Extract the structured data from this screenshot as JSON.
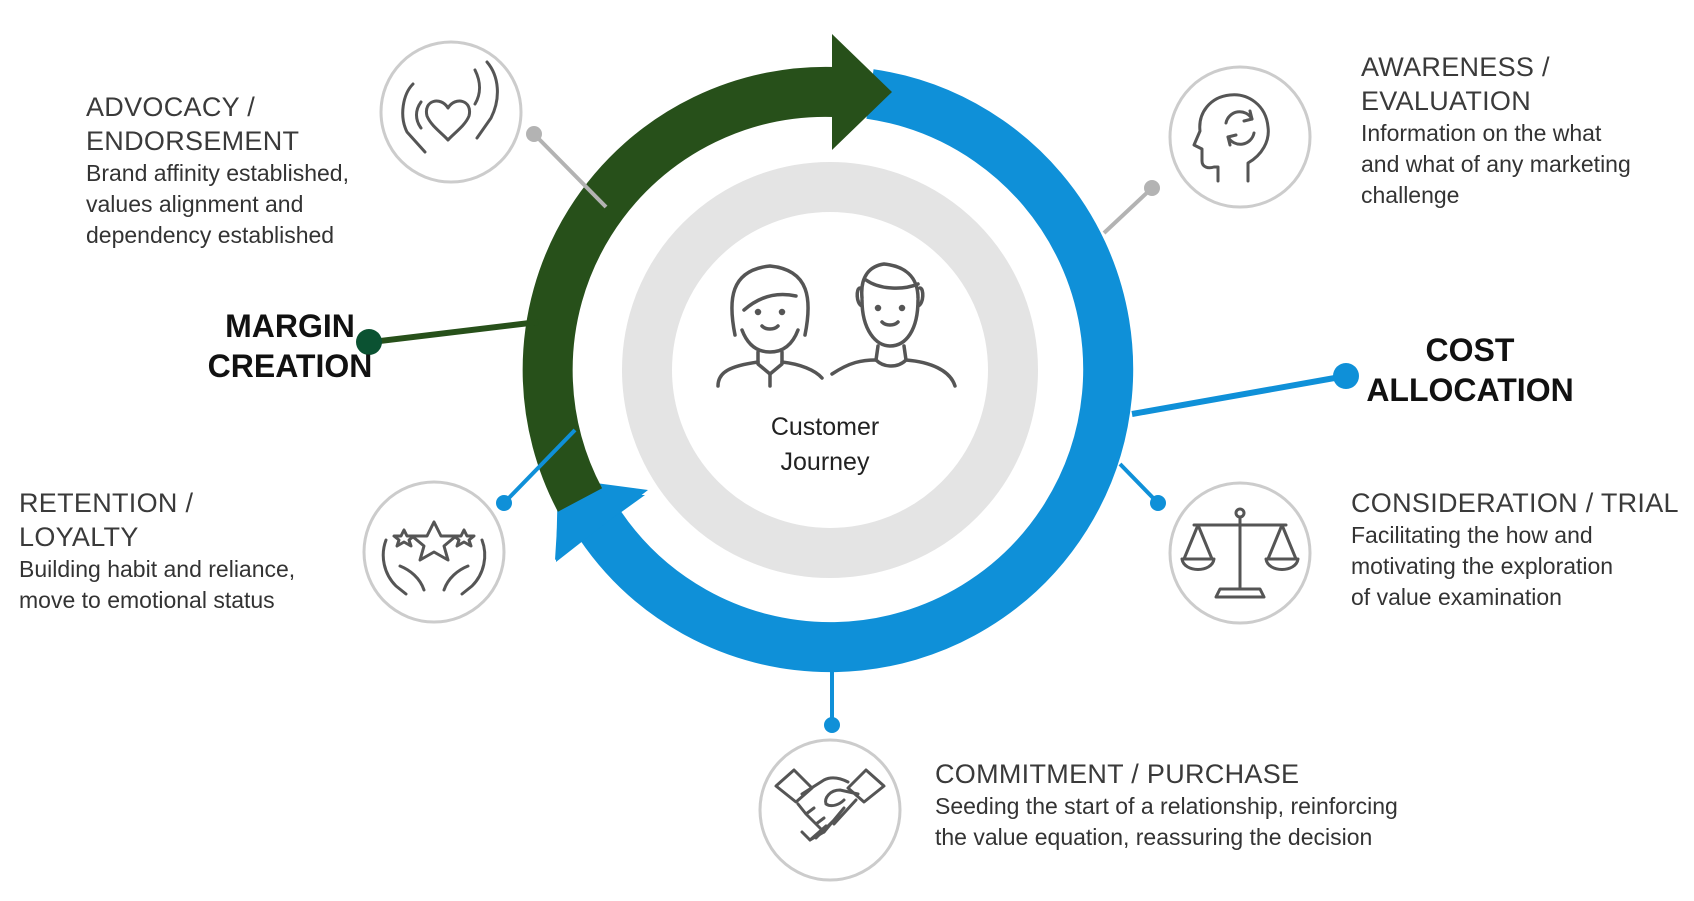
{
  "center": {
    "line1": "Customer",
    "line2": "Journey"
  },
  "sides": {
    "margin": {
      "line1": "MARGIN",
      "line2": "CREATION",
      "color": "#27501a"
    },
    "cost": {
      "line1": "COST",
      "line2": "ALLOCATION",
      "color": "#0f90d8"
    }
  },
  "stages": {
    "awareness": {
      "title1": "AWARENESS /",
      "title2": "EVALUATION",
      "desc1": "Information on the what",
      "desc2": "and what of any marketing",
      "desc3": "challenge",
      "icon": "head-cycle-icon"
    },
    "consideration": {
      "title1": "CONSIDERATION / TRIAL",
      "desc1": "Facilitating the how and",
      "desc2": "motivating the exploration",
      "desc3": "of value examination",
      "icon": "scales-icon"
    },
    "commitment": {
      "title1": "COMMITMENT / PURCHASE",
      "desc1": "Seeding the start of a relationship, reinforcing",
      "desc2": "the value equation, reassuring the decision",
      "icon": "handshake-icon"
    },
    "retention": {
      "title1": "RETENTION /",
      "title2": "LOYALTY",
      "desc1": "Building habit and reliance,",
      "desc2": "move to emotional status",
      "icon": "hands-star-icon"
    },
    "advocacy": {
      "title1": "ADVOCACY /",
      "title2": "ENDORSEMENT",
      "desc1": "Brand affinity established,",
      "desc2": "values alignment and",
      "desc3": "dependency established",
      "icon": "hands-heart-icon"
    }
  },
  "colors": {
    "green": "#27501a",
    "blue": "#0f90d8",
    "grey_ring": "#e4e4e4",
    "icon_stroke": "#555555",
    "connector_grey": "#b3b3b3"
  }
}
